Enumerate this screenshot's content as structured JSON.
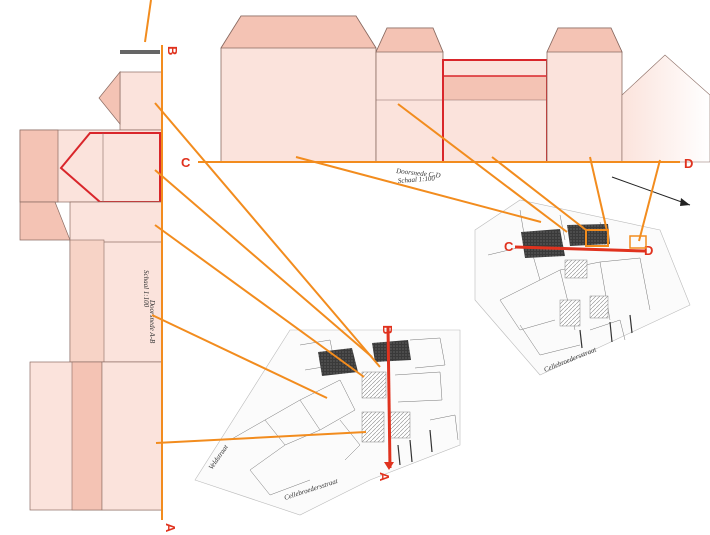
{
  "labels": {
    "a_top": "B",
    "a_bottom": "A",
    "c_left": "C",
    "d_right": "D",
    "map_b": "B",
    "map_a": "A",
    "map_c": "C",
    "map_d": "D"
  },
  "handwriting": {
    "elev_cd_1": "Doorsnede C-D",
    "elev_cd_2": "Schaal 1:100",
    "elev_ab_1": "Doorsnede A-B",
    "elev_ab_2": "Schaal 1:100",
    "street_main": "Cellebroedersstraat",
    "street_side": "Veldstraat",
    "street_main_2": "Cellebroedersstraat"
  },
  "colors": {
    "connector": "#f28c1e",
    "section_line": "#e0321e",
    "highlight": "#d9262b",
    "building_fill": "#fbe3dc",
    "building_dark": "#f4c3b4",
    "outline": "#8a6b62"
  }
}
